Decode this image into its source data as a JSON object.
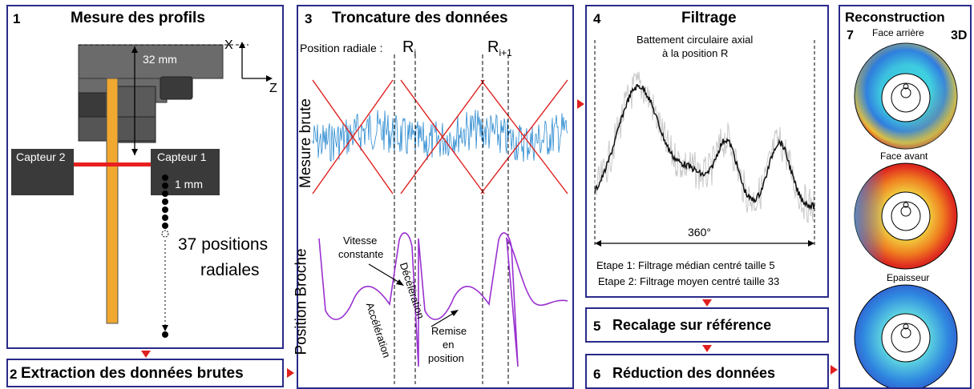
{
  "panel1": {
    "num": "1",
    "title": "Mesure des profils",
    "axis_x": "X",
    "axis_z": "Z",
    "dim_32": "32 mm",
    "sensor2": "Capteur 2",
    "sensor1": "Capteur 1",
    "dim_1": "1 mm",
    "positions_line1": "37 positions",
    "positions_line2": "radiales"
  },
  "panel2": {
    "num": "2",
    "title": "Extraction des données brutes"
  },
  "panel3": {
    "num": "3",
    "title": "Troncature des données",
    "radial_label": "Position radiale :",
    "ri": "R",
    "ri_sub": "i",
    "ri1": "R",
    "ri1_sub": "i+1",
    "raw_label": "Mesure brute",
    "spindle_label": "Position Broche",
    "speed_line1": "Vitesse",
    "speed_line2": "constante",
    "decel": "Décélération",
    "accel": "Accélération",
    "reset_line1": "Remise",
    "reset_line2": "en",
    "reset_line3": "position"
  },
  "panel4": {
    "num": "4",
    "title": "Filtrage",
    "sub_line1": "Battement circulaire axial",
    "sub_line2": "à la position R",
    "deg": "360°",
    "step1": "Etape 1: Filtrage médian centré taille 5",
    "step2": "Etape 2: Filtrage moyen centré taille 33"
  },
  "panel5": {
    "num": "5",
    "title": "Recalage sur référence"
  },
  "panel6": {
    "num": "6",
    "title": "Réduction des données"
  },
  "panel7": {
    "num": "7",
    "title": "Reconstruction",
    "title_3d": "3D",
    "face_back": "Face arrière",
    "face_front": "Face avant",
    "thickness": "Epaisseur"
  },
  "colors": {
    "border": "#2a2a8a",
    "arrow": "#e02020",
    "blade": "#f0a830",
    "signal": "#2a8ad0",
    "spindle": "#9a30d0",
    "cross": "#e02020"
  }
}
